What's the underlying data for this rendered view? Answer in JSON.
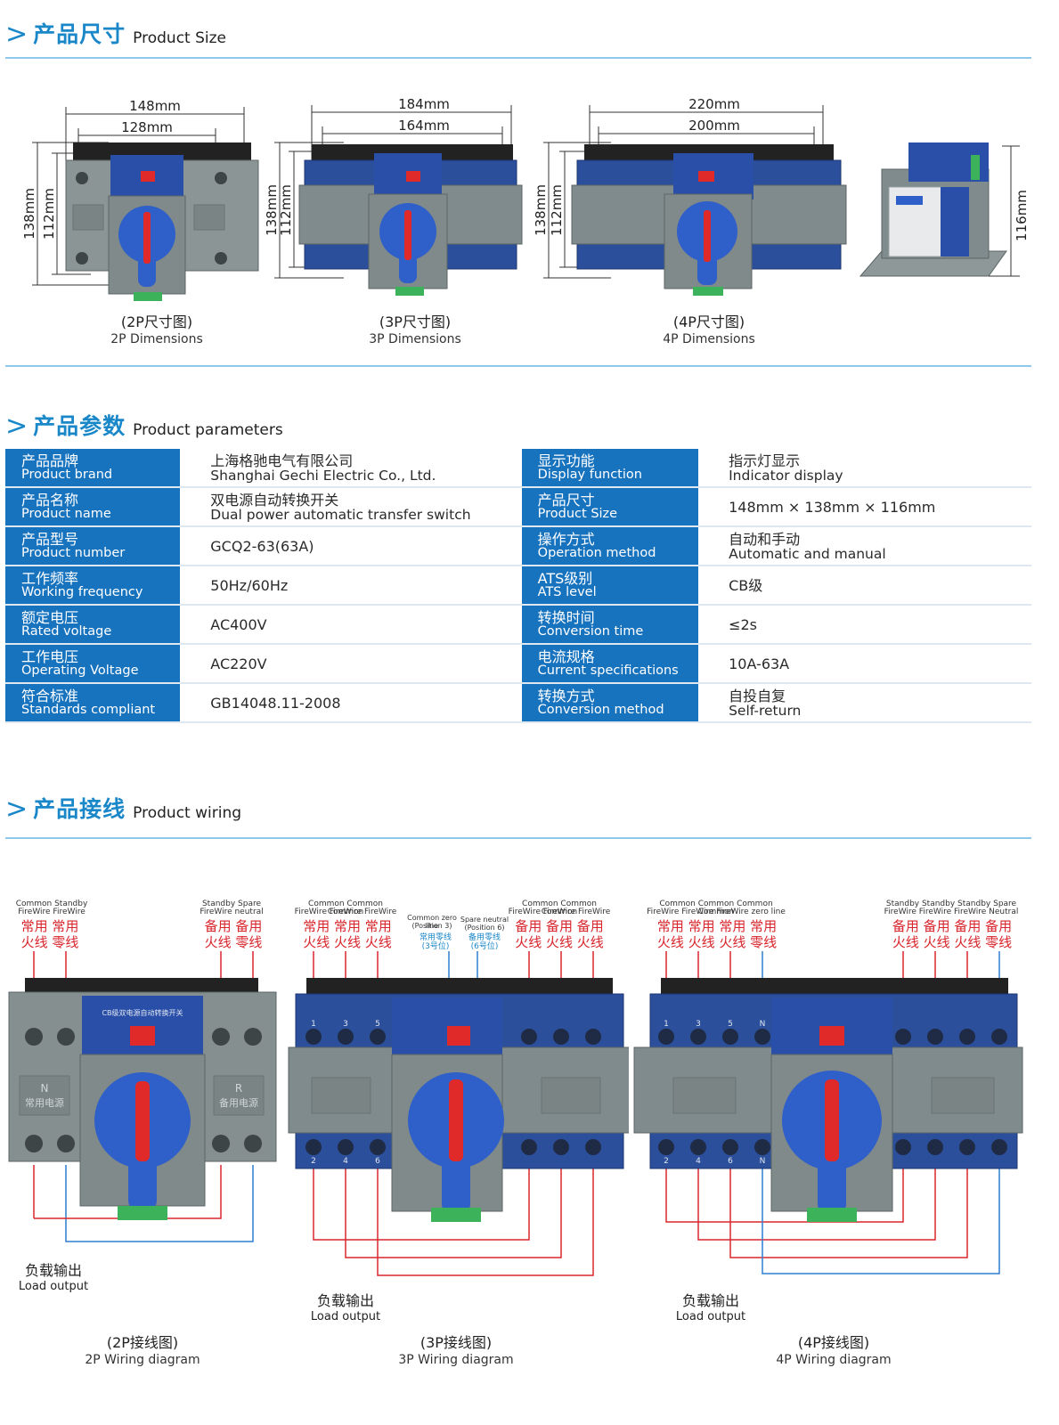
{
  "size_section": {
    "chevron": ">",
    "title_cn": "产品尺寸",
    "title_en": "Product Size"
  },
  "dimensions": [
    {
      "top_width": "148mm",
      "inner_width": "128mm",
      "outer_height": "138mm",
      "inner_height": "112mm",
      "caption_cn": "(2P尺寸图)",
      "caption_en": "2P Dimensions"
    },
    {
      "top_width": "184mm",
      "inner_width": "164mm",
      "outer_height": "138mm",
      "inner_height": "112mm",
      "caption_cn": "(3P尺寸图)",
      "caption_en": "3P Dimensions"
    },
    {
      "top_width": "220mm",
      "inner_width": "200mm",
      "outer_height": "138mm",
      "inner_height": "112mm",
      "caption_cn": "(4P尺寸图)",
      "caption_en": "4P Dimensions"
    },
    {
      "side_height": "116mm"
    }
  ],
  "params_section": {
    "chevron": ">",
    "title_cn": "产品参数",
    "title_en": "Product parameters"
  },
  "params_rows": [
    {
      "lh_cn": "产品品牌",
      "lh_en": "Product brand",
      "lv1": "上海格驰电气有限公司",
      "lv2": "Shanghai Gechi Electric Co., Ltd.",
      "rh_cn": "显示功能",
      "rh_en": "Display function",
      "rv1": "指示灯显示",
      "rv2": "Indicator display"
    },
    {
      "lh_cn": "产品名称",
      "lh_en": "Product name",
      "lv1": "双电源自动转换开关",
      "lv2": "Dual power automatic transfer switch",
      "rh_cn": "产品尺寸",
      "rh_en": "Product Size",
      "rv1": "148mm × 138mm × 116mm",
      "rv2": ""
    },
    {
      "lh_cn": "产品型号",
      "lh_en": "Product number",
      "lv1": "GCQ2-63(63A)",
      "lv2": "",
      "rh_cn": "操作方式",
      "rh_en": "Operation method",
      "rv1": "自动和手动",
      "rv2": "Automatic and manual"
    },
    {
      "lh_cn": "工作频率",
      "lh_en": "Working frequency",
      "lv1": "50Hz/60Hz",
      "lv2": "",
      "rh_cn": "ATS级别",
      "rh_en": "ATS level",
      "rv1": "CB级",
      "rv2": ""
    },
    {
      "lh_cn": "额定电压",
      "lh_en": "Rated voltage",
      "lv1": "AC400V",
      "lv2": "",
      "rh_cn": "转换时间",
      "rh_en": "Conversion time",
      "rv1": "≤2s",
      "rv2": ""
    },
    {
      "lh_cn": "工作电压",
      "lh_en": "Operating Voltage",
      "lv1": "AC220V",
      "lv2": "",
      "rh_cn": "电流规格",
      "rh_en": "Current specifications",
      "rv1": "10A-63A",
      "rv2": ""
    },
    {
      "lh_cn": "符合标准",
      "lh_en": "Standards compliant",
      "lv1": "GB14048.11-2008",
      "lv2": "",
      "rh_cn": "转换方式",
      "rh_en": "Conversion method",
      "rv1": "自投自复",
      "rv2": "Self-return"
    }
  ],
  "wiring_section": {
    "chevron": ">",
    "title_cn": "产品接线",
    "title_en": "Product wiring"
  },
  "wiring": {
    "w2p": {
      "left_en1": "Common Standby",
      "left_en2": "FireWire FireWire",
      "left_cn1": "常用 常用",
      "left_cn2": "火线 零线",
      "right_en1": "Standby Spare",
      "right_en2": "FireWire neutral",
      "right_cn1": "备用 备用",
      "right_cn2": "火线 零线",
      "load_cn": "负载输出",
      "load_en": "Load output",
      "caption_cn": "(2P接线图)",
      "caption_en": "2P Wiring diagram"
    },
    "w3p": {
      "left_en1": "Common Common Common",
      "left_en2": "FireWire FireWire FireWire",
      "left_cn1": "常用 常用 常用",
      "left_cn2": "火线 火线 火线",
      "mid1_en1": "Common zero line",
      "mid1_en2": "(Position 3)",
      "mid1_cn1": "常用零线",
      "mid1_cn2": "(3号位)",
      "mid2_en1": "Spare neutral",
      "mid2_en2": "(Position 6)",
      "mid2_cn1": "备用零线",
      "mid2_cn2": "(6号位)",
      "right_en1": "Common Common Common",
      "right_en2": "FireWire FireWire FireWire",
      "right_cn1": "备用 备用 备用",
      "right_cn2": "火线 火线 火线",
      "load_cn": "负载输出",
      "load_en": "Load output",
      "caption_cn": "(3P接线图)",
      "caption_en": "3P Wiring diagram"
    },
    "w4p": {
      "left_en1": "Common Common Common Common",
      "left_en2": "FireWire FireWire FireWire zero line",
      "left_cn1": "常用 常用 常用 常用",
      "left_cn2": "火线 火线 火线 零线",
      "right_en1": "Standby Standby Standby Spare",
      "right_en2": "FireWire FireWire FireWire Neutral",
      "right_cn1": "备用 备用 备用 备用",
      "right_cn2": "火线 火线 火线 零线",
      "load_cn": "负载输出",
      "load_en": "Load output",
      "caption_cn": "(4P接线图)",
      "caption_en": "4P Wiring diagram"
    }
  },
  "device": {
    "label_title": "CB级双电源自动转换开关",
    "n_label": "N",
    "n_text": "常用电源",
    "r_label": "R",
    "r_text": "备用电源",
    "terminals_top": [
      "1",
      "3",
      "5",
      "N"
    ],
    "terminals_bottom": [
      "2",
      "4",
      "6",
      "N"
    ]
  },
  "colors": {
    "accent": "#1a87c9",
    "table_header": "#1873bf",
    "wire_red": "#d8262c",
    "wire_blue": "#2f7fd0",
    "device_body": "#7f8b8c",
    "device_blue": "#2a4fa8",
    "handle_blue": "#2f5fc8"
  }
}
